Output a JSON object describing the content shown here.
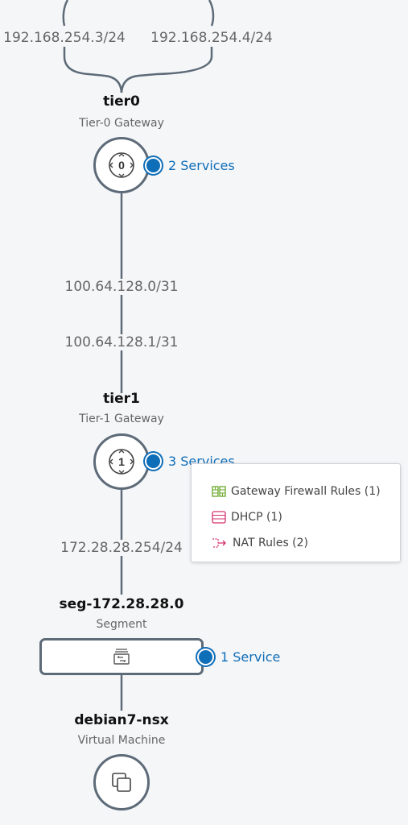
{
  "uplinks": {
    "left_ip": "192.168.254.3/24",
    "right_ip": "192.168.254.4/24"
  },
  "tier0": {
    "name": "tier0",
    "type": "Tier-0 Gateway",
    "icon_letter": "0",
    "services_label": "2 Services"
  },
  "transit": {
    "upper_ip": "100.64.128.0/31",
    "lower_ip": "100.64.128.1/31"
  },
  "tier1": {
    "name": "tier1",
    "type": "Tier-1 Gateway",
    "icon_letter": "1",
    "services_label": "3 Services"
  },
  "services_popup": {
    "items": [
      {
        "label": "Gateway Firewall Rules (1)",
        "icon": "firewall-icon",
        "color": "#6aa82a"
      },
      {
        "label": "DHCP (1)",
        "icon": "dhcp-icon",
        "color": "#d6306e"
      },
      {
        "label": "NAT Rules (2)",
        "icon": "nat-icon",
        "color": "#d6306e"
      }
    ]
  },
  "segment_link": {
    "ip": "172.28.28.254/24"
  },
  "segment": {
    "name": "seg-172.28.28.0",
    "type": "Segment",
    "services_label": "1 Service"
  },
  "vm": {
    "name": "debian7-nsx",
    "type": "Virtual Machine"
  },
  "colors": {
    "line": "#5d6a78",
    "link_blue": "#0f6eb8",
    "text_gray": "#666666"
  }
}
